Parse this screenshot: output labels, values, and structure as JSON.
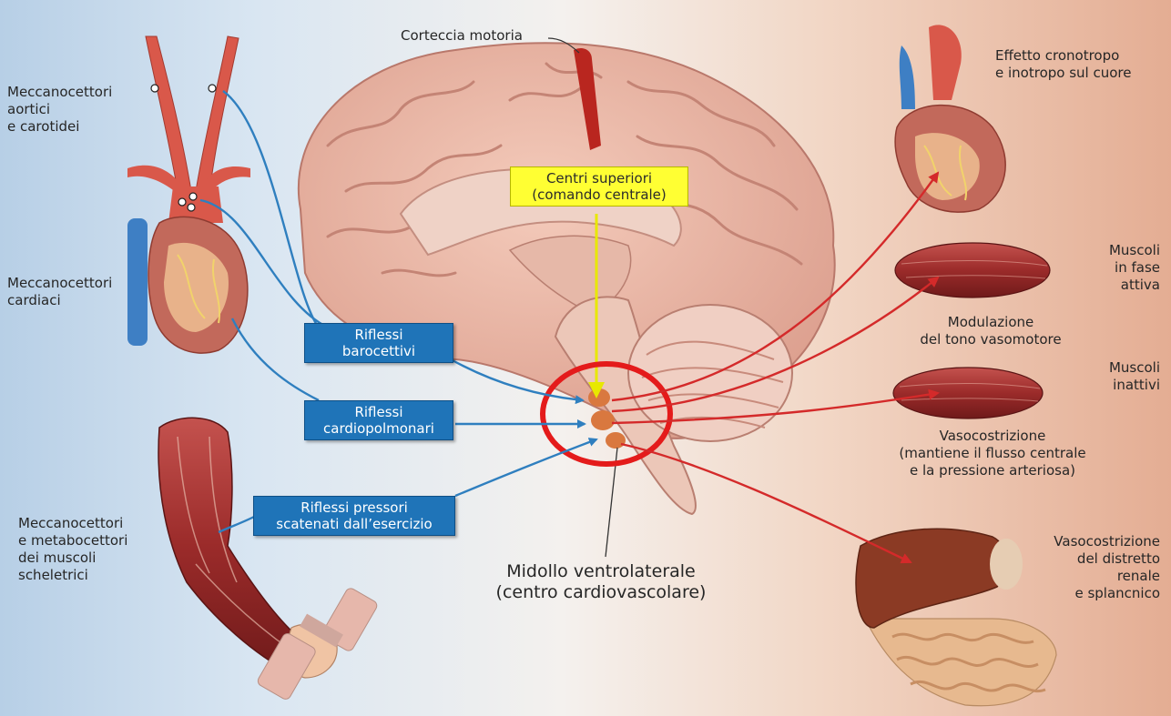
{
  "labels": {
    "motor_cortex": "Corteccia motoria",
    "aortic_carotid": "Meccanocettori\naortici\ne carotidei",
    "cardiac": "Meccanocettori\ncardiaci",
    "skeletal": "Meccanocettori\ne metabocettori\ndei muscoli\nscheletrici",
    "higher_centers": "Centri superiori\n(comando centrale)",
    "medulla": "Midollo ventrolaterale\n(centro cardiovascolare)",
    "chrono": "Effetto cronotropo\ne inotropo sul cuore",
    "active_muscles": "Muscoli\nin fase\nattiva",
    "modulation": "Modulazione\ndel tono vasomotore",
    "inactive_muscles": "Muscoli\ninattivi",
    "vasoconstriction_central": "Vasocostrizione\n(mantiene il flusso centrale\ne la pressione arteriosa)",
    "vasoconstriction_renal": "Vasocostrizione\ndel distretto\nrenale\ne splancnico"
  },
  "reflexes": {
    "baro": "Riflessi\nbarocettivi",
    "cardiopulm": "Riflessi\ncardiopolmonari",
    "exercise": "Riflessi pressori\nscatenati dall’esercizio"
  },
  "colors": {
    "afferent": "#2f7fbf",
    "efferent": "#d42a2a",
    "box": "#1f74b8",
    "highlight_ring": "#e41b1b",
    "higher_centers_box": "#ffff33"
  }
}
